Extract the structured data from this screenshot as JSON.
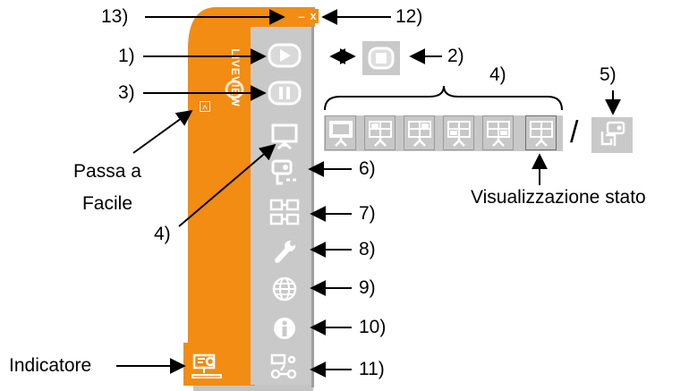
{
  "window": {
    "brand": "LIVEVIEW",
    "minimize_glyph": "–",
    "close_glyph": "x",
    "easy_toggle_glyph": "^"
  },
  "labels": {
    "close": "12)",
    "minimize": "13)",
    "play": "1)",
    "stop": "2)",
    "pause": "3)",
    "display_mode_toolbar": "4)",
    "display_mode_group": "4)",
    "status_mode": "5)",
    "camera": "6)",
    "network": "7)",
    "settings": "8)",
    "web": "9)",
    "info": "10)",
    "disconnect": "11)",
    "switch_easy_line1": "Passa a",
    "switch_easy_line2": "Facile",
    "status_display": "Visualizzazione stato",
    "indicator": "Indicatore",
    "separator": "/"
  },
  "icons": {
    "play": "play-icon",
    "stop": "stop-icon",
    "pause": "pause-icon",
    "projector": "projector-icon",
    "camera": "projector-camera-icon",
    "network": "network-icon",
    "wrench": "wrench-icon",
    "globe": "globe-icon",
    "info": "info-icon",
    "disconnect": "disconnect-icon",
    "indicator": "indicator-icon"
  },
  "colors": {
    "orange": "#f28c12",
    "panel_gray": "#c4c4c4",
    "icon_gray": "#ffffff",
    "outline": "#8a8a8a"
  }
}
